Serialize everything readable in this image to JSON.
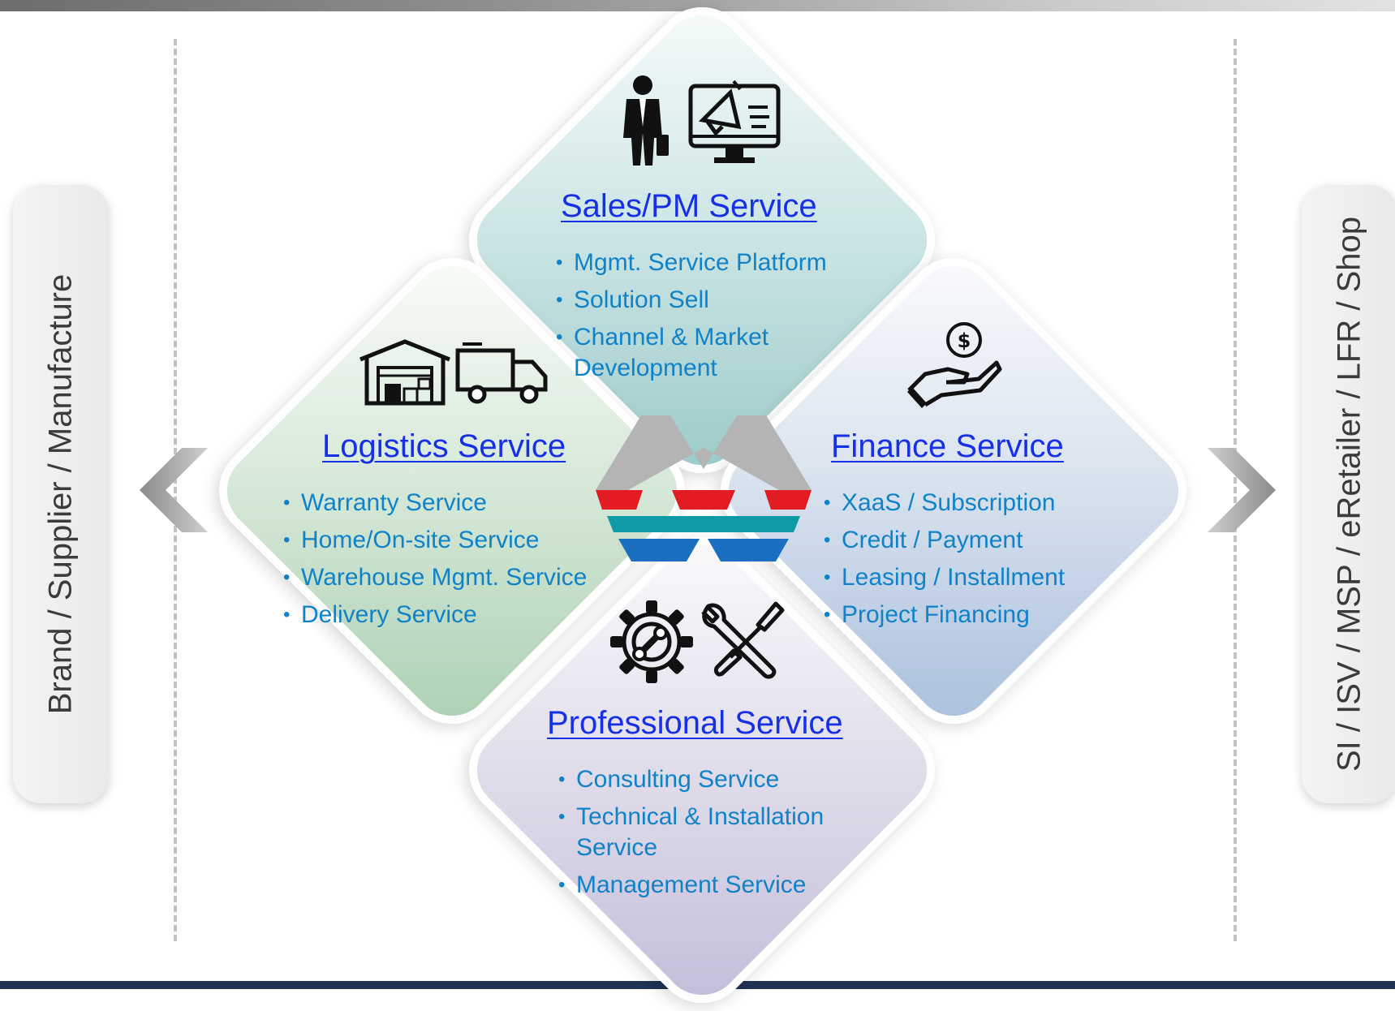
{
  "left_label": "Brand / Supplier / Manufacture",
  "right_label": "SI / ISV / MSP / eRetailer / LFR / Shop",
  "logo_colors": {
    "gray": "#b4b4b4",
    "red": "#e31b23",
    "teal": "#0e9aa7",
    "blue": "#1a6fc0"
  },
  "services": {
    "sales": {
      "title": "Sales/PM Service",
      "items": [
        "Mgmt. Service Platform",
        "Solution Sell",
        "Channel & Market Development"
      ],
      "icons": [
        "businessman-icon",
        "marketing-monitor-icon"
      ]
    },
    "logistics": {
      "title": "Logistics Service",
      "items": [
        "Warranty Service",
        "Home/On-site Service",
        "Warehouse Mgmt. Service",
        "Delivery Service"
      ],
      "icons": [
        "warehouse-icon",
        "delivery-truck-icon"
      ]
    },
    "finance": {
      "title": "Finance Service",
      "items": [
        "XaaS / Subscription",
        "Credit / Payment",
        "Leasing / Installment",
        "Project Financing"
      ],
      "icons": [
        "money-hand-icon"
      ]
    },
    "professional": {
      "title": "Professional Service",
      "items": [
        "Consulting Service",
        "Technical & Installation Service",
        "Management Service"
      ],
      "icons": [
        "gear-wrench-icon",
        "tools-icon"
      ]
    }
  }
}
